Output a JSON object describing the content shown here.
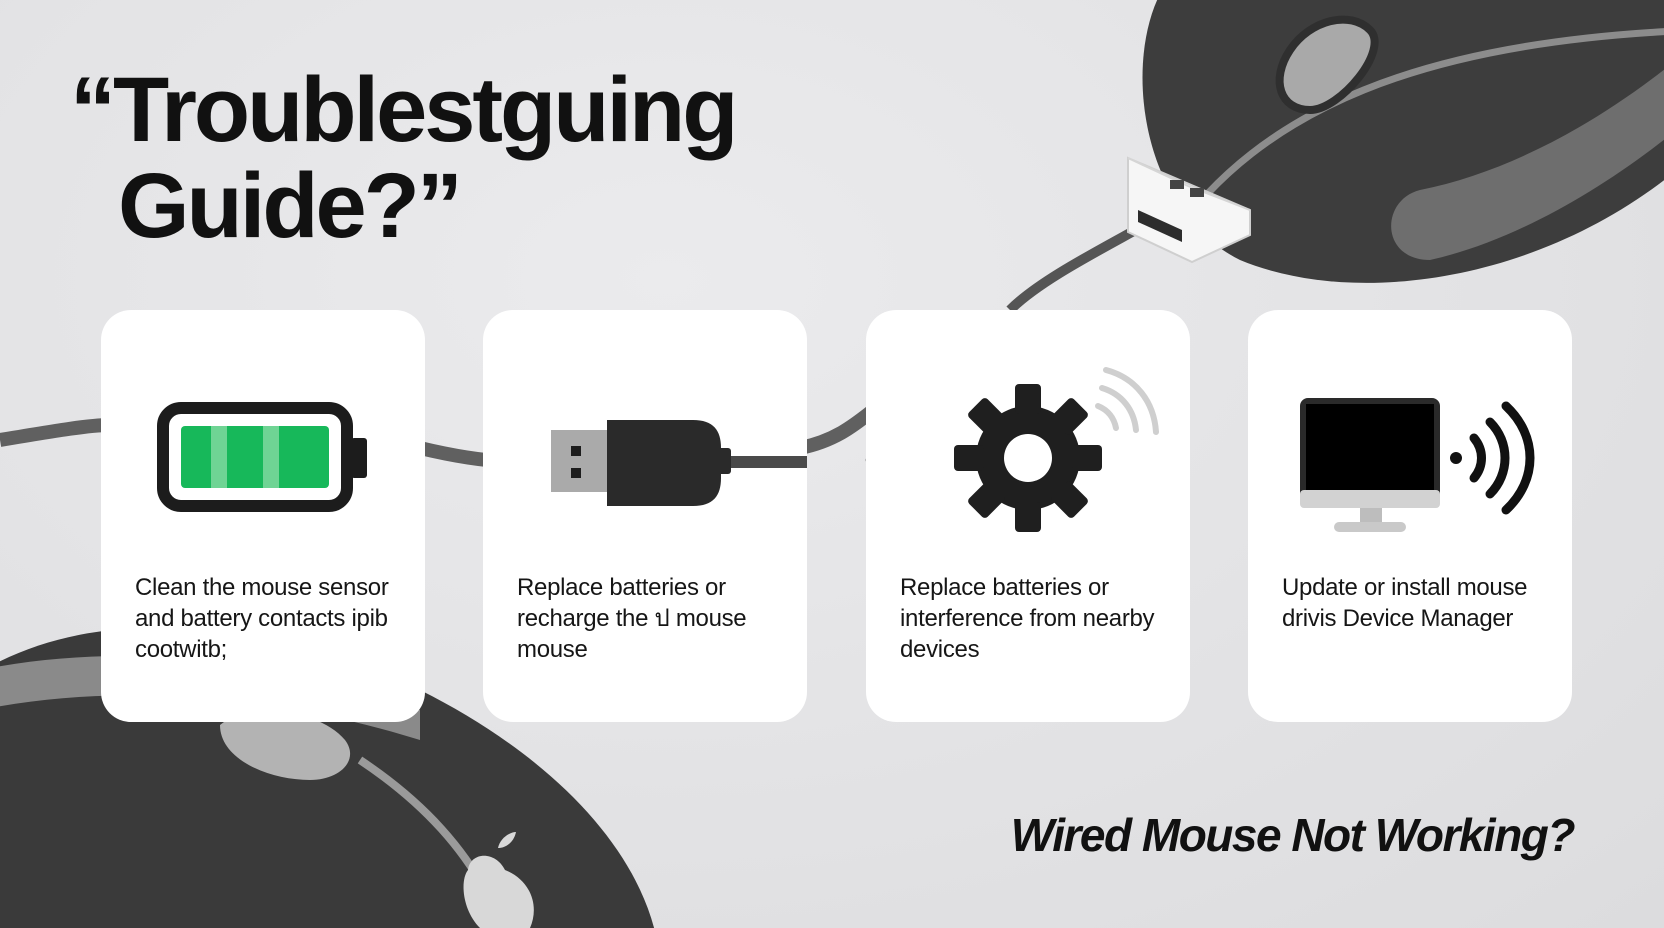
{
  "title": {
    "line1": "“Troublestguing",
    "line2": "Guide?”"
  },
  "subtitle": "Wired Mouse Not Working?",
  "cards": [
    {
      "icon": "battery-icon",
      "text": "Clean the mouse sensor and battery contacts ipib cootwitb;"
    },
    {
      "icon": "usb-plug-icon",
      "text": "Replace batteries or recharge the ป mouse mouse"
    },
    {
      "icon": "gear-wireless-icon",
      "text": "Replace batteries or interference from nearby devices"
    },
    {
      "icon": "monitor-wireless-icon",
      "text": "Update or install mouse drivis Device Manager"
    }
  ],
  "colors": {
    "battery_green": "#17b85a",
    "battery_green_light": "#6fd494",
    "mouse_dark": "#3a3a3a",
    "mouse_mid": "#7a7a7a",
    "accent_gray": "#8a8a8a"
  }
}
